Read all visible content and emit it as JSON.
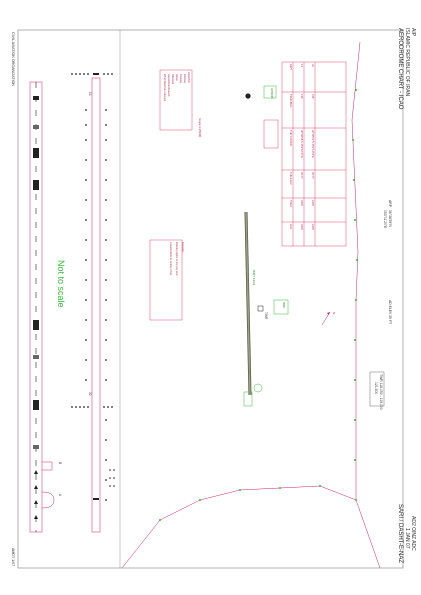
{
  "header": {
    "aip": "AIP",
    "country": "ISLAMIC REPUBLIC OF IRAN",
    "chart_title": "AERODROME CHART - ICAO",
    "ad_ref": "AD2 OINZ ADC",
    "ad_page": "1 JAN 07",
    "aerodrome_name": "SARI / DASHT-E-NAZ",
    "arp_label": "ARP",
    "arp_lat": "36°38'39\"N",
    "arp_lon": "053°11'20\"E",
    "ad_elev": "AD ELEV 35 FT",
    "freq_line1": "TWR 118.050 - 119.000",
    "freq_line2": "121.500"
  },
  "footer": {
    "org": "CIVIL AVIATION ORGANIZATION",
    "amdt": "AMDT 1/07"
  },
  "map": {
    "not_to_scale": "Not to scale",
    "runway_label": "RWY 14/32",
    "runway_threshold_a": "14",
    "runway_threshold_b": "32",
    "twy_b": "B",
    "twy_a": "A",
    "scale_label": "Scale 1:25000",
    "notes_heading": "Remarks",
    "notes_line1": "Warning lights at the rwy end",
    "notes_line2": "Caution birds in vicinity of ad",
    "legend_heading": "LEGEND",
    "legend_items": [
      "Runway",
      "Taxiway",
      "Apron",
      "Obstacle",
      "Aerodrome Beacon",
      "Wind Direction Indicator"
    ],
    "rwy_table_headers": [
      "RWY",
      "TRUE BRG",
      "THR COORD",
      "THR ELEV",
      "TORA",
      "LDA"
    ],
    "rwy_table_row1": [
      "14",
      "136°",
      "36°38'58\"N 053°10'47\"E",
      "35 FT",
      "2300",
      "2300"
    ],
    "rwy_table_row2": [
      "32",
      "316°",
      "36°38'21\"N 053°11'54\"E",
      "30 FT",
      "2300",
      "2300"
    ],
    "apron_label": "APRON",
    "twr_label": "TWR",
    "wdi_label": "WDI",
    "n_label": "N"
  },
  "colors": {
    "runway": "#c8246a",
    "green": "#3bb83b",
    "dark": "#222222"
  }
}
